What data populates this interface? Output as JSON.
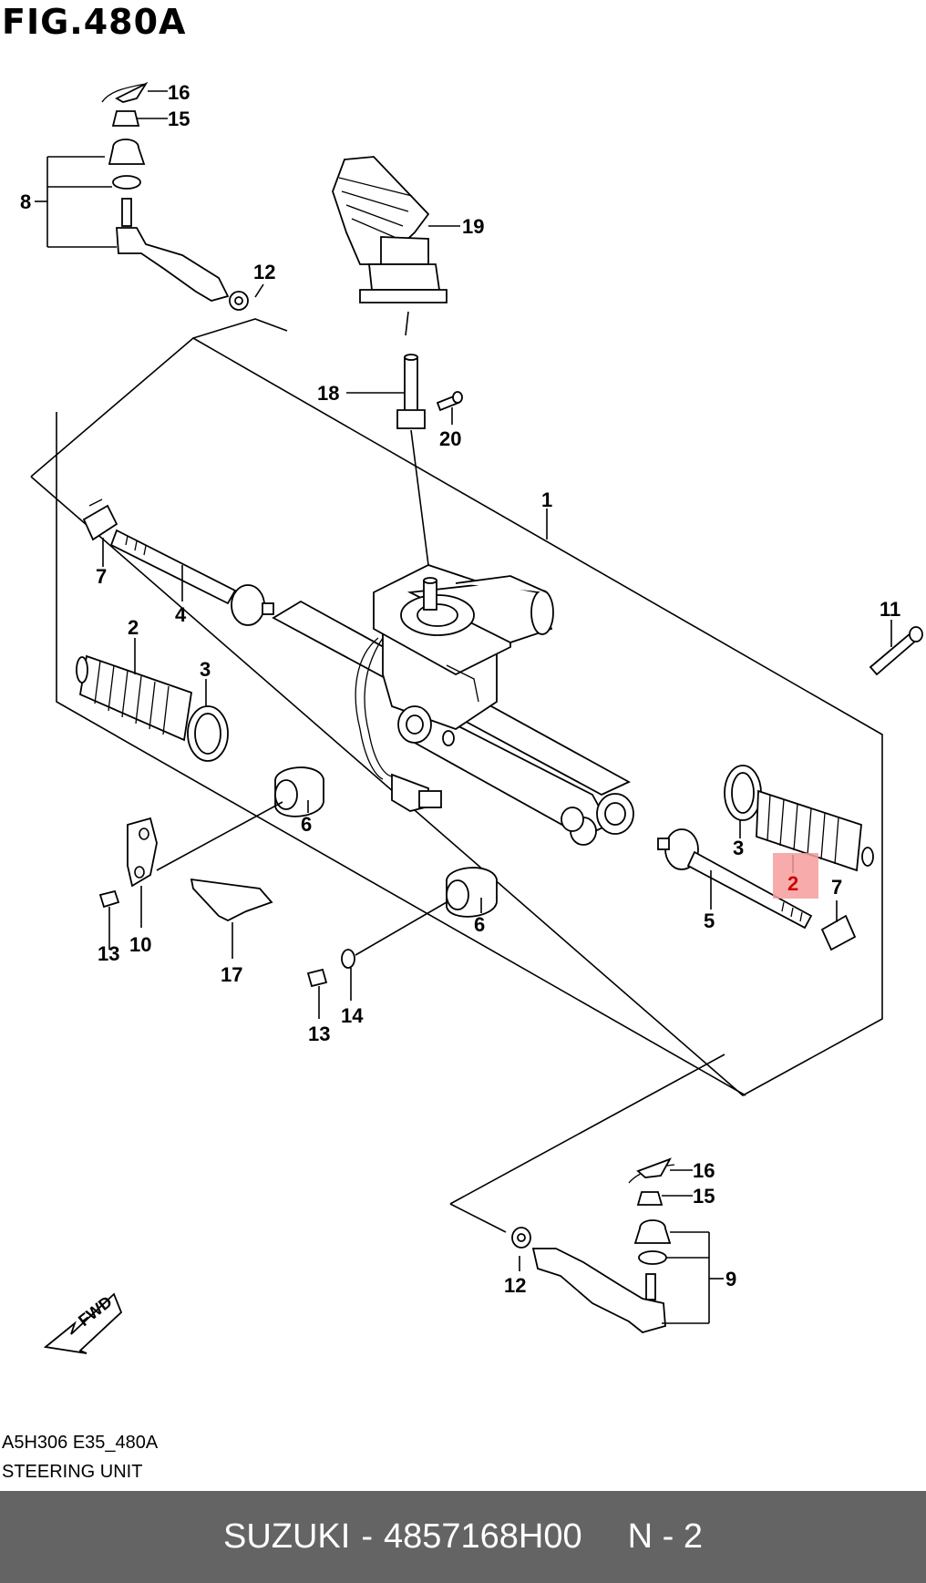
{
  "figure": {
    "title": "FIG.480A",
    "drawing_code": "A5H306 E35_480A",
    "drawing_name": "STEERING UNIT",
    "fwd_label": "FWD"
  },
  "callouts": {
    "c1": "1",
    "c2_left": "2",
    "c2_right": "2",
    "c3_left": "3",
    "c3_right": "3",
    "c4": "4",
    "c5": "5",
    "c6_left": "6",
    "c6_right": "6",
    "c7_left": "7",
    "c7_right": "7",
    "c8": "8",
    "c9": "9",
    "c10": "10",
    "c11": "11",
    "c12_top": "12",
    "c12_bottom": "12",
    "c13_left": "13",
    "c13_right": "13",
    "c14": "14",
    "c15_top": "15",
    "c15_bottom": "15",
    "c16_top": "16",
    "c16_bottom": "16",
    "c17": "17",
    "c18": "18",
    "c19": "19",
    "c20": "20"
  },
  "highlight": {
    "callout": "2",
    "color": "#f79c9c"
  },
  "footer": {
    "brand": "SUZUKI",
    "separator": "-",
    "part_number": "4857168H00",
    "quantity_label": "N - 2"
  },
  "colors": {
    "footer_bg": "#646464",
    "footer_text": "#ffffff",
    "line": "#000000"
  }
}
